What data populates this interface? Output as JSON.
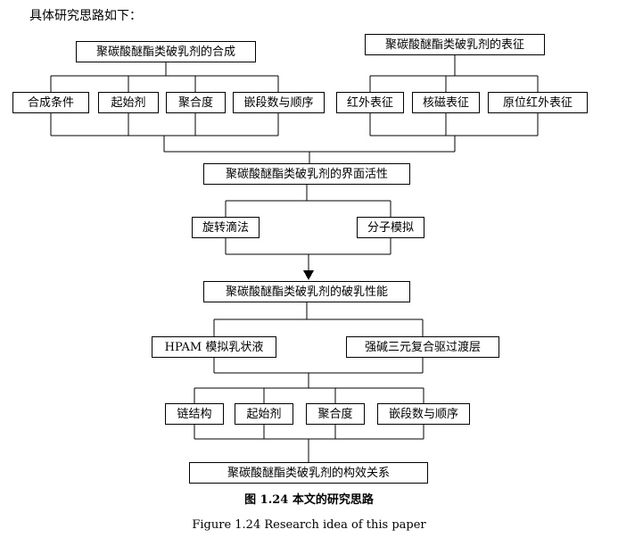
{
  "intro_text": "具体研究思路如下：",
  "flowchart": {
    "synthesis_header": "聚碳酸醚酯类破乳剂的合成",
    "characterization_header": "聚碳酸醚酯类破乳剂的表征",
    "synthesis_items": [
      "合成条件",
      "起始剂",
      "聚合度",
      "嵌段数与顺序"
    ],
    "characterization_items": [
      "红外表征",
      "核磁表征",
      "原位红外表征"
    ],
    "interfacial_activity": "聚碳酸醚酯类破乳剂的界面活性",
    "interfacial_methods": [
      "旋转滴法",
      "分子模拟"
    ],
    "demulsification_performance": "聚碳酸醚酯类破乳剂的破乳性能",
    "performance_systems": [
      "HPAM 模拟乳状液",
      "强碱三元复合驱过渡层"
    ],
    "structure_factors": [
      "链结构",
      "起始剂",
      "聚合度",
      "嵌段数与顺序"
    ],
    "structure_activity": "聚碳酸醚酯类破乳剂的构效关系"
  },
  "caption_zh": "图 1.24  本文的研究思路",
  "caption_en": "Figure 1.24 Research idea of this paper",
  "colors": {
    "line": "#000000",
    "box_border": "#000000",
    "background": "#ffffff"
  }
}
